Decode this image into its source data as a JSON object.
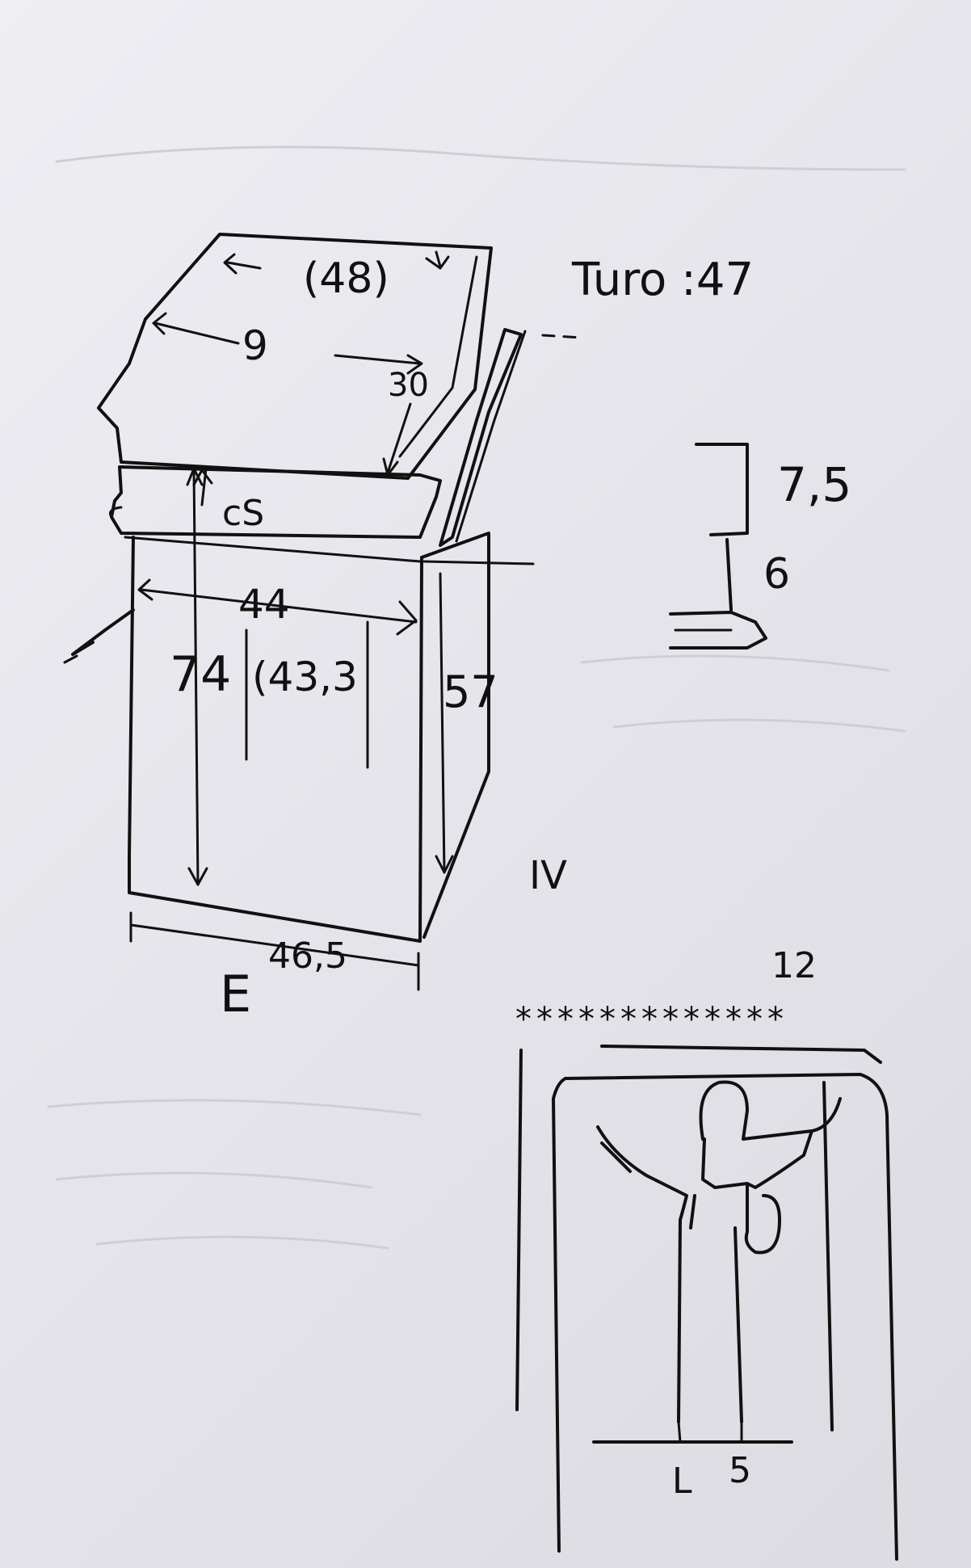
{
  "sketch": {
    "annotations": {
      "top_depth": "(48)",
      "top_width": "9",
      "top_small": "30",
      "top_front": "cS",
      "turo_label": "Turo :47",
      "front_width": "44",
      "height_left": "74",
      "height_inner": "(43,3",
      "side_height": "57",
      "base_width": "46,5",
      "panel_letter": "E",
      "detail_top": "7,5",
      "detail_mid": "6",
      "fig_numeral": "IV",
      "fig_number": "12",
      "fig_base": "5",
      "fig_left_mark": "L"
    },
    "stars": "*************",
    "ink_color": "#111111",
    "paper_color": "#e9e8ee"
  }
}
